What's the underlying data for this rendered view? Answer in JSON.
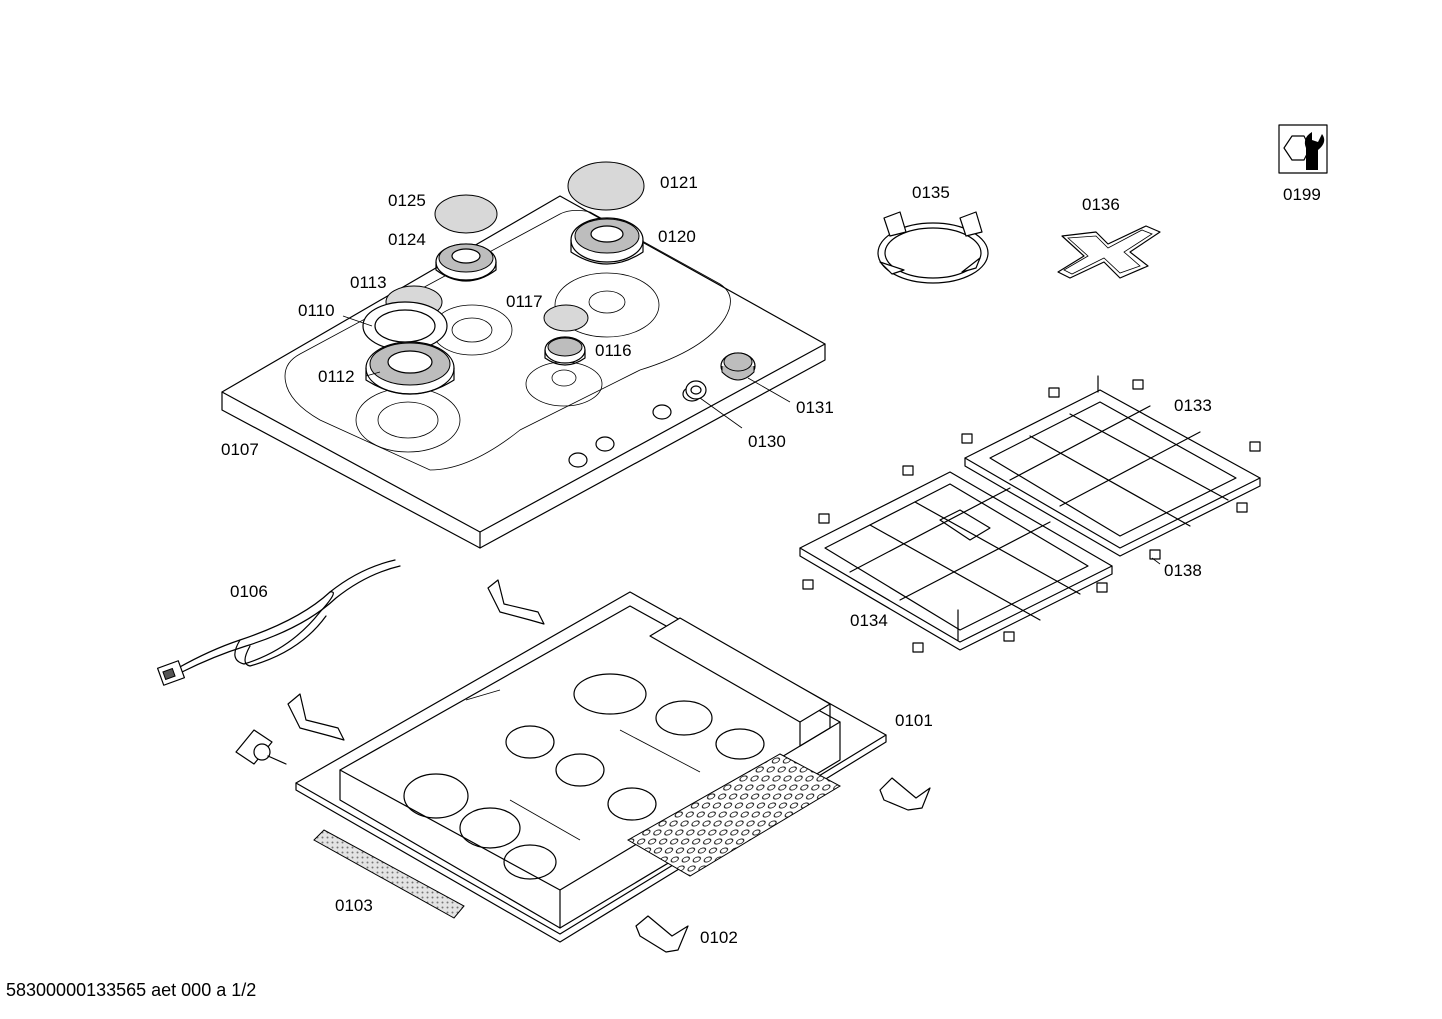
{
  "labels": {
    "p0101": "0101",
    "p0102": "0102",
    "p0103": "0103",
    "p0106": "0106",
    "p0107": "0107",
    "p0110": "0110",
    "p0112": "0112",
    "p0113": "0113",
    "p0116": "0116",
    "p0117": "0117",
    "p0120": "0120",
    "p0121": "0121",
    "p0124": "0124",
    "p0125": "0125",
    "p0130": "0130",
    "p0131": "0131",
    "p0133": "0133",
    "p0134": "0134",
    "p0135": "0135",
    "p0136": "0136",
    "p0138": "0138",
    "p0199": "0199"
  },
  "footer": "58300000133565 aet 000 a 1/2",
  "icons": {
    "service_tool": "wrench-nut-icon"
  }
}
